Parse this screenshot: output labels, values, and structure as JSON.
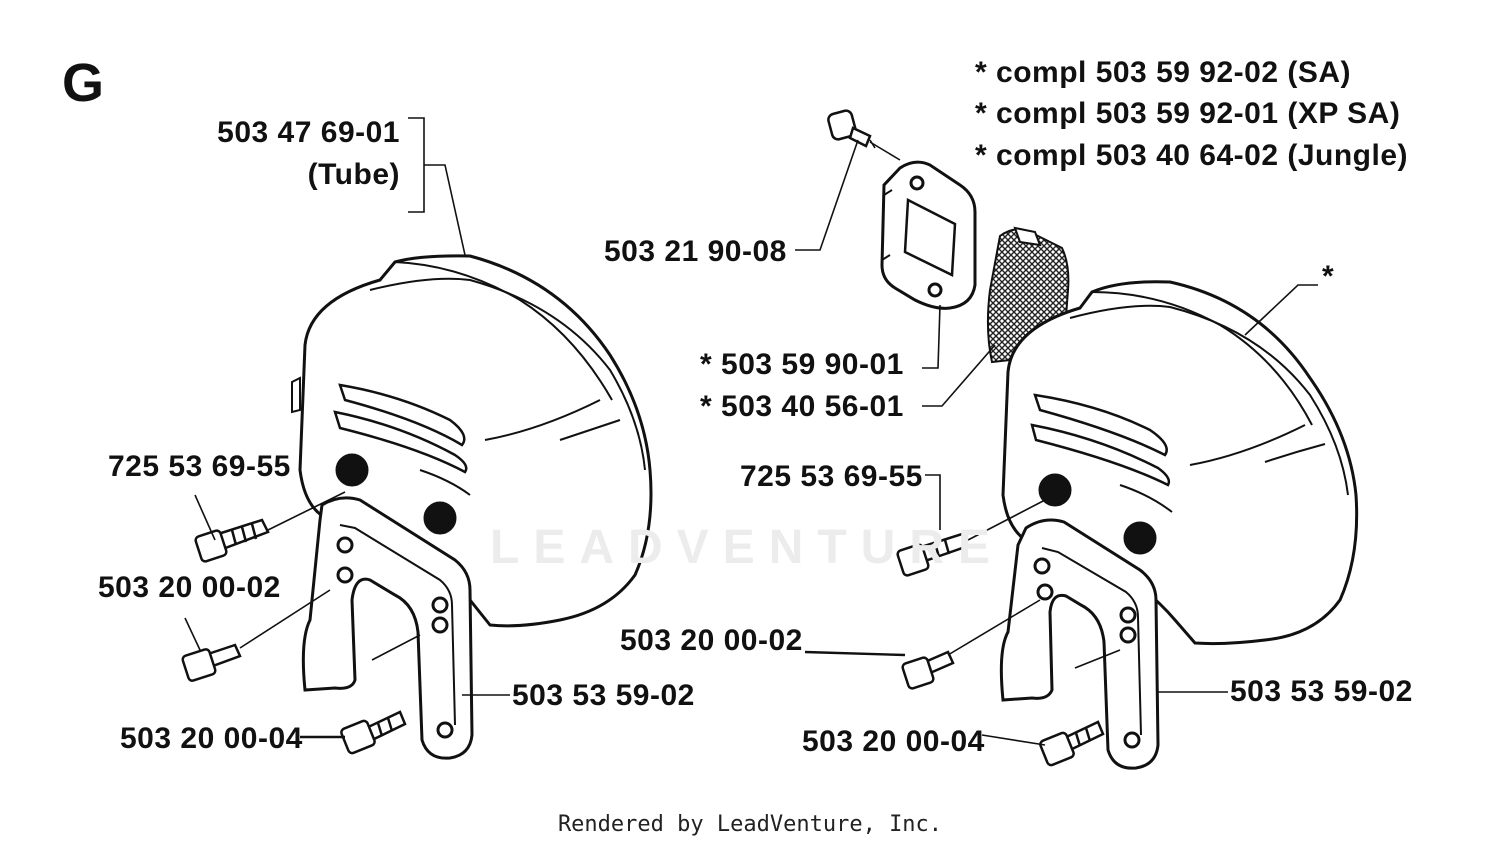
{
  "diagram": {
    "section_letter": "G",
    "footer": "Rendered by LeadVenture, Inc.",
    "watermark": "LEADVENTURE",
    "left_labels": {
      "tube": "503 47 69-01",
      "tube_note": "(Tube)",
      "screw_top": "725 53 69-55",
      "screw_mid": "503 20 00-02",
      "screw_bottom": "503 20 00-04",
      "bracket": "503 53 59-02"
    },
    "right_labels": {
      "compl_1": "*  compl 503 59 92-02 (SA)",
      "compl_2": "*  compl 503 59 92-01 (XP SA)",
      "compl_3": "*  compl 503 40 64-02 (Jungle)",
      "bolt": "503 21 90-08",
      "gasket": "*  503 59 90-01",
      "screen": "*  503 40 56-01",
      "muffler": "*",
      "screw_top": "725 53 69-55",
      "screw_mid": "503 20 00-02",
      "screw_bottom": "503 20 00-04",
      "bracket": "503 53 59-02"
    }
  }
}
